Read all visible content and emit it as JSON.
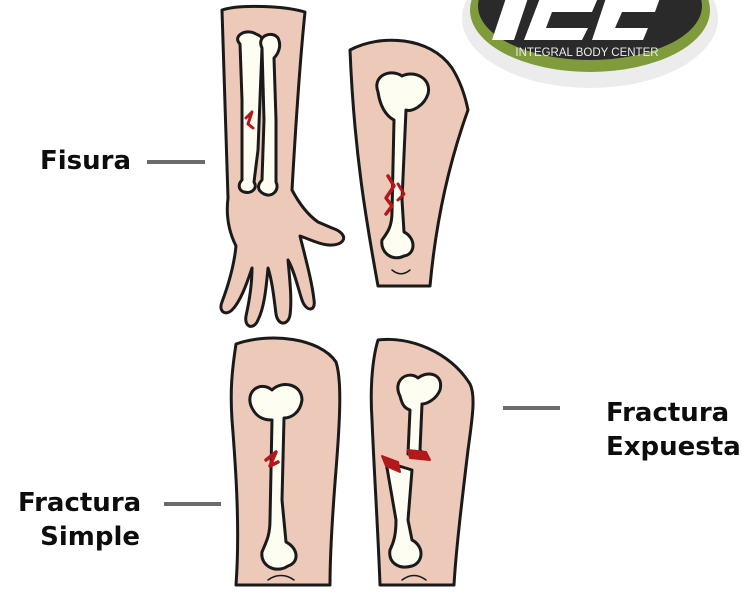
{
  "logo": {
    "lettering": "IBC",
    "tagline": "INTEGRAL BODY CENTER"
  },
  "labels": {
    "fisura": "Fisura",
    "fractura_simple_line1": "Fractura",
    "fractura_simple_line2": "Simple",
    "fractura_expuesta_line1": "Fractura",
    "fractura_expuesta_line2": "Expuesta"
  },
  "colors": {
    "skin": "#ecc9b8",
    "bone": "#fefdf2",
    "outline": "#1a1a1a",
    "fracture_red": "#b3191c",
    "leader_line": "#6b6b6b",
    "logo_green": "#7f9b3c",
    "logo_dark": "#2a2a2a"
  }
}
